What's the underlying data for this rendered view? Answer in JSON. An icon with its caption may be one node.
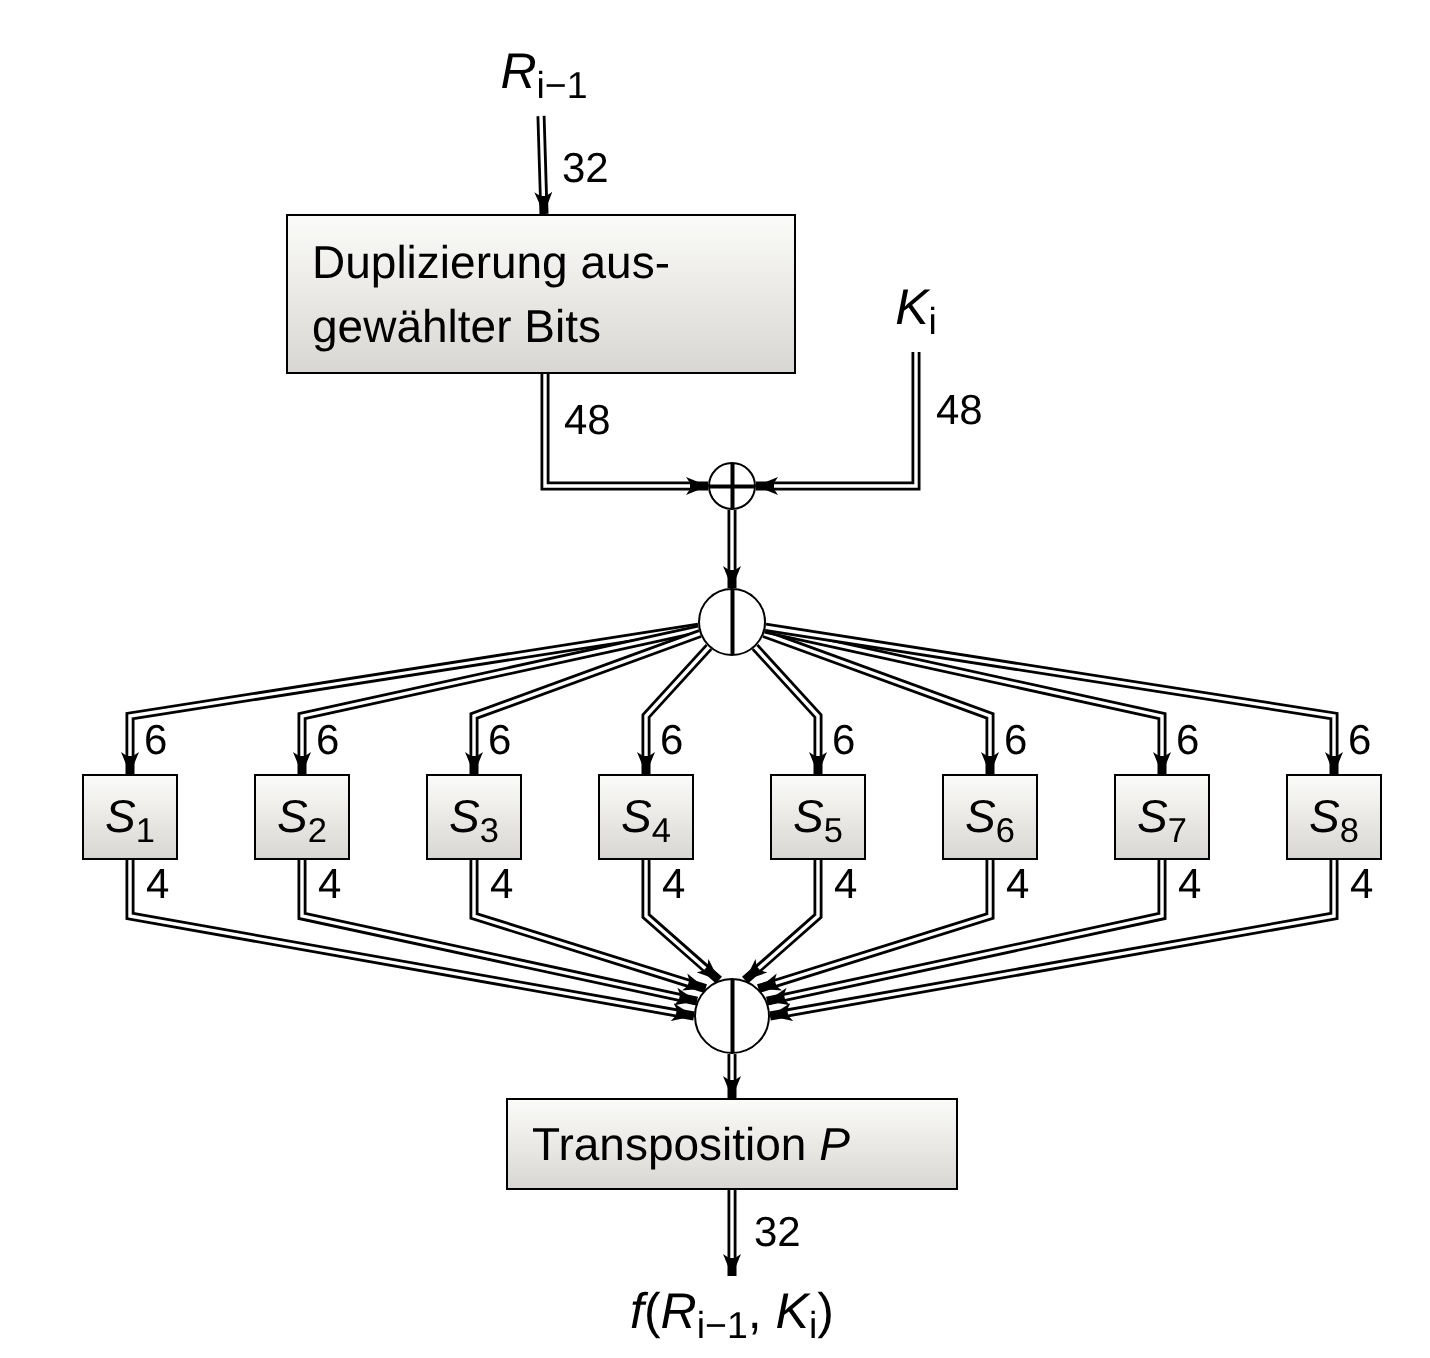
{
  "diagram": {
    "nodes": [
      {
        "text": [
          "*R*$_{i−1}$"
        ]
      },
      {
        "text": [
          "Duplizierung aus- gewählter Bits"
        ]
      },
      {
        "text": [
          "*K*$_{i}$"
        ]
      },
      {
        "text": [],
        "shape": "circle"
      },
      {
        "text": [],
        "shape": "circle"
      },
      {
        "text": [
          "*S*$_{1}$"
        ]
      },
      {
        "text": [
          "*S*$_{2}$"
        ]
      },
      {
        "text": [
          "*S*$_{3}$"
        ]
      },
      {
        "text": [
          "*S*$_{4}$"
        ]
      },
      {
        "text": [
          "*S*$_{5}$"
        ]
      },
      {
        "text": [
          "*S*$_{6}$"
        ]
      },
      {
        "text": [
          "*S*$_{7}$"
        ]
      },
      {
        "text": [
          "*S*$_{8}$"
        ]
      },
      {
        "text": [],
        "shape": "circle"
      },
      {
        "text": [
          "Transposition *P*"
        ]
      },
      {
        "text": [
          "*f*(*R*$_{i−1}$, *K*$_{i}$)"
        ]
      }
    ],
    "edges": [
      {
        "from": 0,
        "to": 1,
        "arrow": "to",
        "label": "32"
      },
      {
        "from": 1,
        "to": 3,
        "arrow": "to",
        "label": "48"
      },
      {
        "from": 2,
        "to": 3,
        "arrow": "to",
        "label": "48"
      },
      {
        "from": 3,
        "to": 4,
        "arrow": "to"
      },
      {
        "from": 4,
        "to": 5,
        "arrow": "to",
        "label": "6"
      },
      {
        "from": 4,
        "to": 6,
        "arrow": "to",
        "label": "6"
      },
      {
        "from": 4,
        "to": 7,
        "arrow": "to",
        "label": "6"
      },
      {
        "from": 4,
        "to": 8,
        "arrow": "to",
        "label": "6"
      },
      {
        "from": 4,
        "to": 9,
        "arrow": "to",
        "label": "6"
      },
      {
        "from": 4,
        "to": 10,
        "arrow": "to",
        "label": "6"
      },
      {
        "from": 4,
        "to": 11,
        "arrow": "to",
        "label": "6"
      },
      {
        "from": 4,
        "to": 12,
        "arrow": "to",
        "label": "6"
      },
      {
        "from": 5,
        "to": 13,
        "arrow": "to",
        "label": "4"
      },
      {
        "from": 6,
        "to": 13,
        "arrow": "to",
        "label": "4"
      },
      {
        "from": 7,
        "to": 13,
        "arrow": "to",
        "label": "4"
      },
      {
        "from": 8,
        "to": 13,
        "arrow": "to",
        "label": "4"
      },
      {
        "from": 9,
        "to": 13,
        "arrow": "to",
        "label": "4"
      },
      {
        "from": 10,
        "to": 13,
        "arrow": "to",
        "label": "4"
      },
      {
        "from": 11,
        "to": 13,
        "arrow": "to",
        "label": "4"
      },
      {
        "from": 12,
        "to": 13,
        "arrow": "to",
        "label": "4"
      },
      {
        "from": 13,
        "to": 14,
        "arrow": "to"
      },
      {
        "from": 14,
        "to": 15,
        "arrow": "to",
        "label": "32"
      }
    ]
  }
}
